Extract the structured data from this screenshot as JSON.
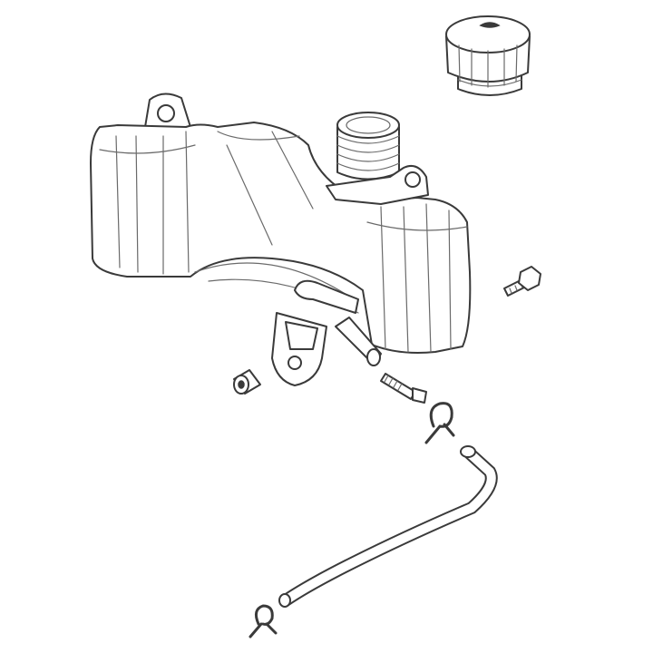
{
  "diagram": {
    "type": "exploded-parts-view",
    "parts": [
      "fuel-tank",
      "fuel-cap",
      "mounting-bolt",
      "spacer-nut",
      "tank-bolt",
      "hose-clamp-upper",
      "fuel-hose",
      "hose-clamp-lower"
    ]
  },
  "colors": {
    "line": "#3a3a3a",
    "background": "#ffffff"
  }
}
